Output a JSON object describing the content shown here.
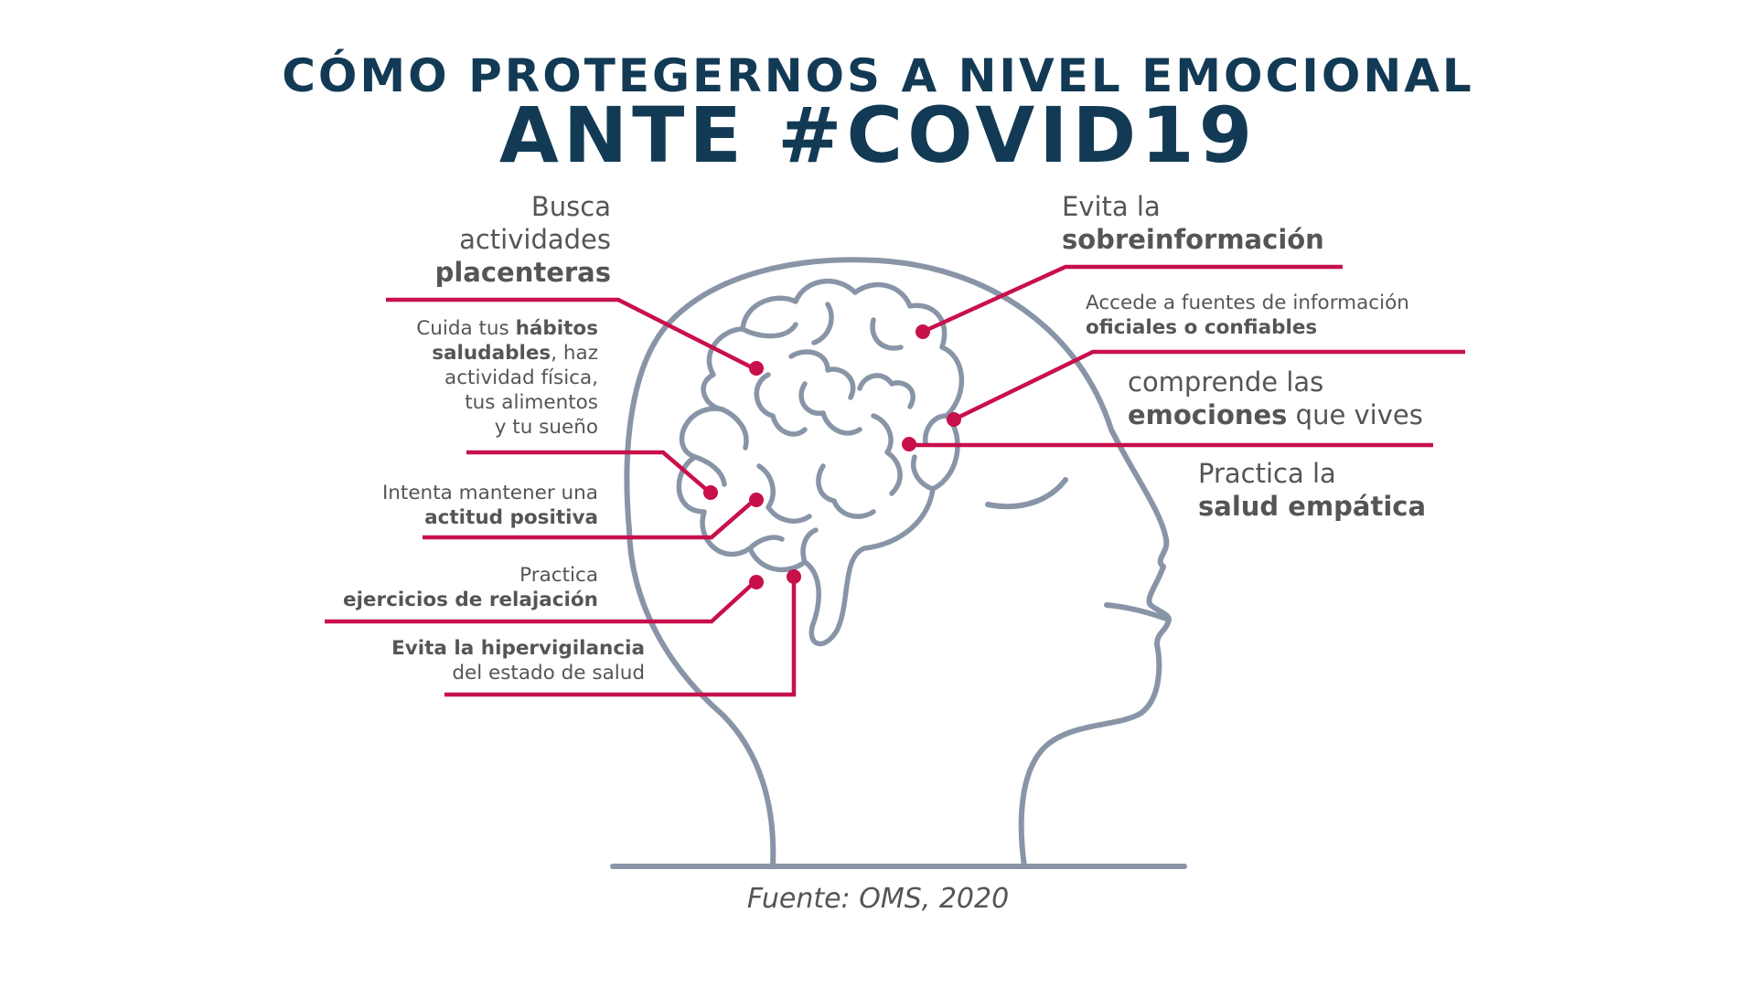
{
  "title": {
    "line1": "CÓMO PROTEGERNOS A NIVEL EMOCIONAL",
    "line2": "ANTE #COVID19"
  },
  "colors": {
    "title": "#123a55",
    "accent": "#c8104b",
    "outline": "#8895a7",
    "text": "#555555"
  },
  "labels": {
    "placenteras": {
      "l1": "Busca",
      "l2": "actividades",
      "l3": "placenteras"
    },
    "habitos": {
      "l1a": "Cuida tus ",
      "l1b": "hábitos",
      "l2a": "saludables",
      "l2b": ", haz",
      "l3": "actividad física,",
      "l4": "tus alimentos",
      "l5": "y tu sueño"
    },
    "actitud": {
      "l1": "Intenta mantener una",
      "l2": "actitud positiva"
    },
    "relajacion": {
      "l1": "Practica",
      "l2": "ejercicios de relajación"
    },
    "hipervigilancia": {
      "l1": "Evita la hipervigilancia",
      "l2": "del estado de salud"
    },
    "sobreinformacion": {
      "l1": "Evita la",
      "l2": "sobreinformación"
    },
    "fuentes": {
      "l1": "Accede a fuentes de información",
      "l2": "oficiales o confiables"
    },
    "emociones": {
      "l1": "comprende las",
      "l2a": "emociones",
      "l2b": " que vives"
    },
    "empatica": {
      "l1": "Practica la",
      "l2": "salud empática"
    }
  },
  "source": "Fuente: OMS, 2020"
}
